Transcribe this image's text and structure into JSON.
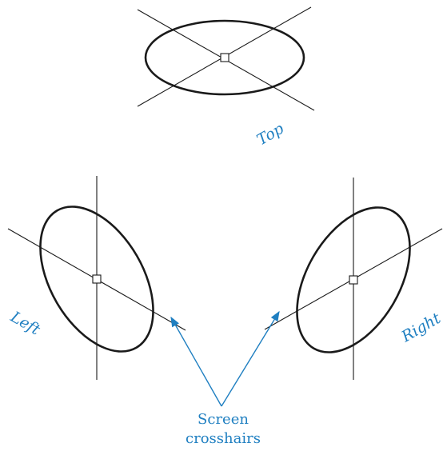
{
  "colors": {
    "accent": "#1f7fc1",
    "line": "#1a1a1a"
  },
  "views": {
    "top_label": "Top",
    "left_label": "Left",
    "right_label": "Right"
  },
  "callout": {
    "line1": "Screen",
    "line2": "crosshairs"
  }
}
